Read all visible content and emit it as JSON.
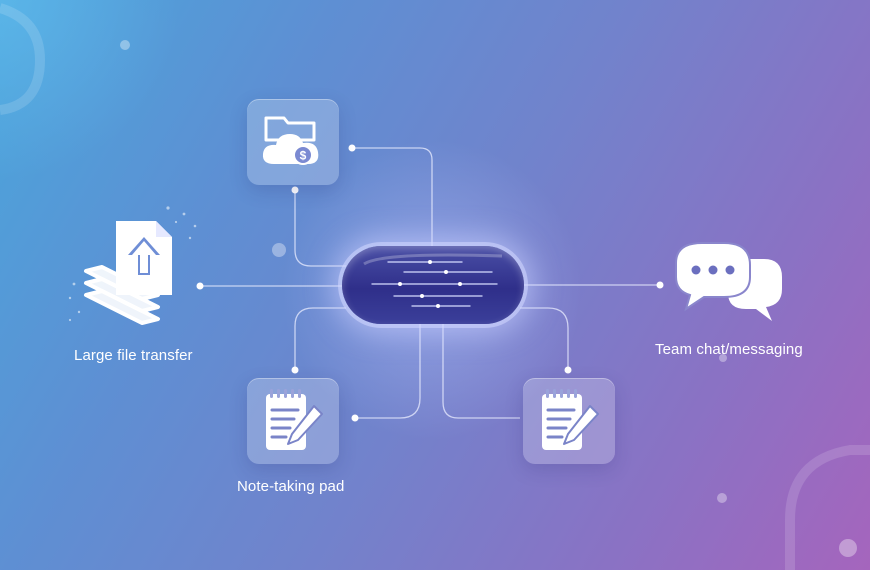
{
  "nodes": {
    "cloud_storage": {
      "icon": "cloud-folder-dollar-icon"
    },
    "file_transfer": {
      "label": "Large file transfer",
      "icon": "file-upload-stack-icon"
    },
    "team_chat": {
      "label": "Team chat/messaging",
      "icon": "chat-bubbles-icon"
    },
    "note_pad": {
      "label": "Note-taking pad",
      "icon": "notepad-pencil-icon"
    },
    "notes_right": {
      "icon": "notepad-pencil-icon"
    }
  },
  "hub": {
    "icon": "data-stream-hub-icon"
  },
  "colors": {
    "accent": "#2f2f8a",
    "line": "#e6e9ff",
    "background_start": "#4aa6dc",
    "background_end": "#a565bd"
  }
}
